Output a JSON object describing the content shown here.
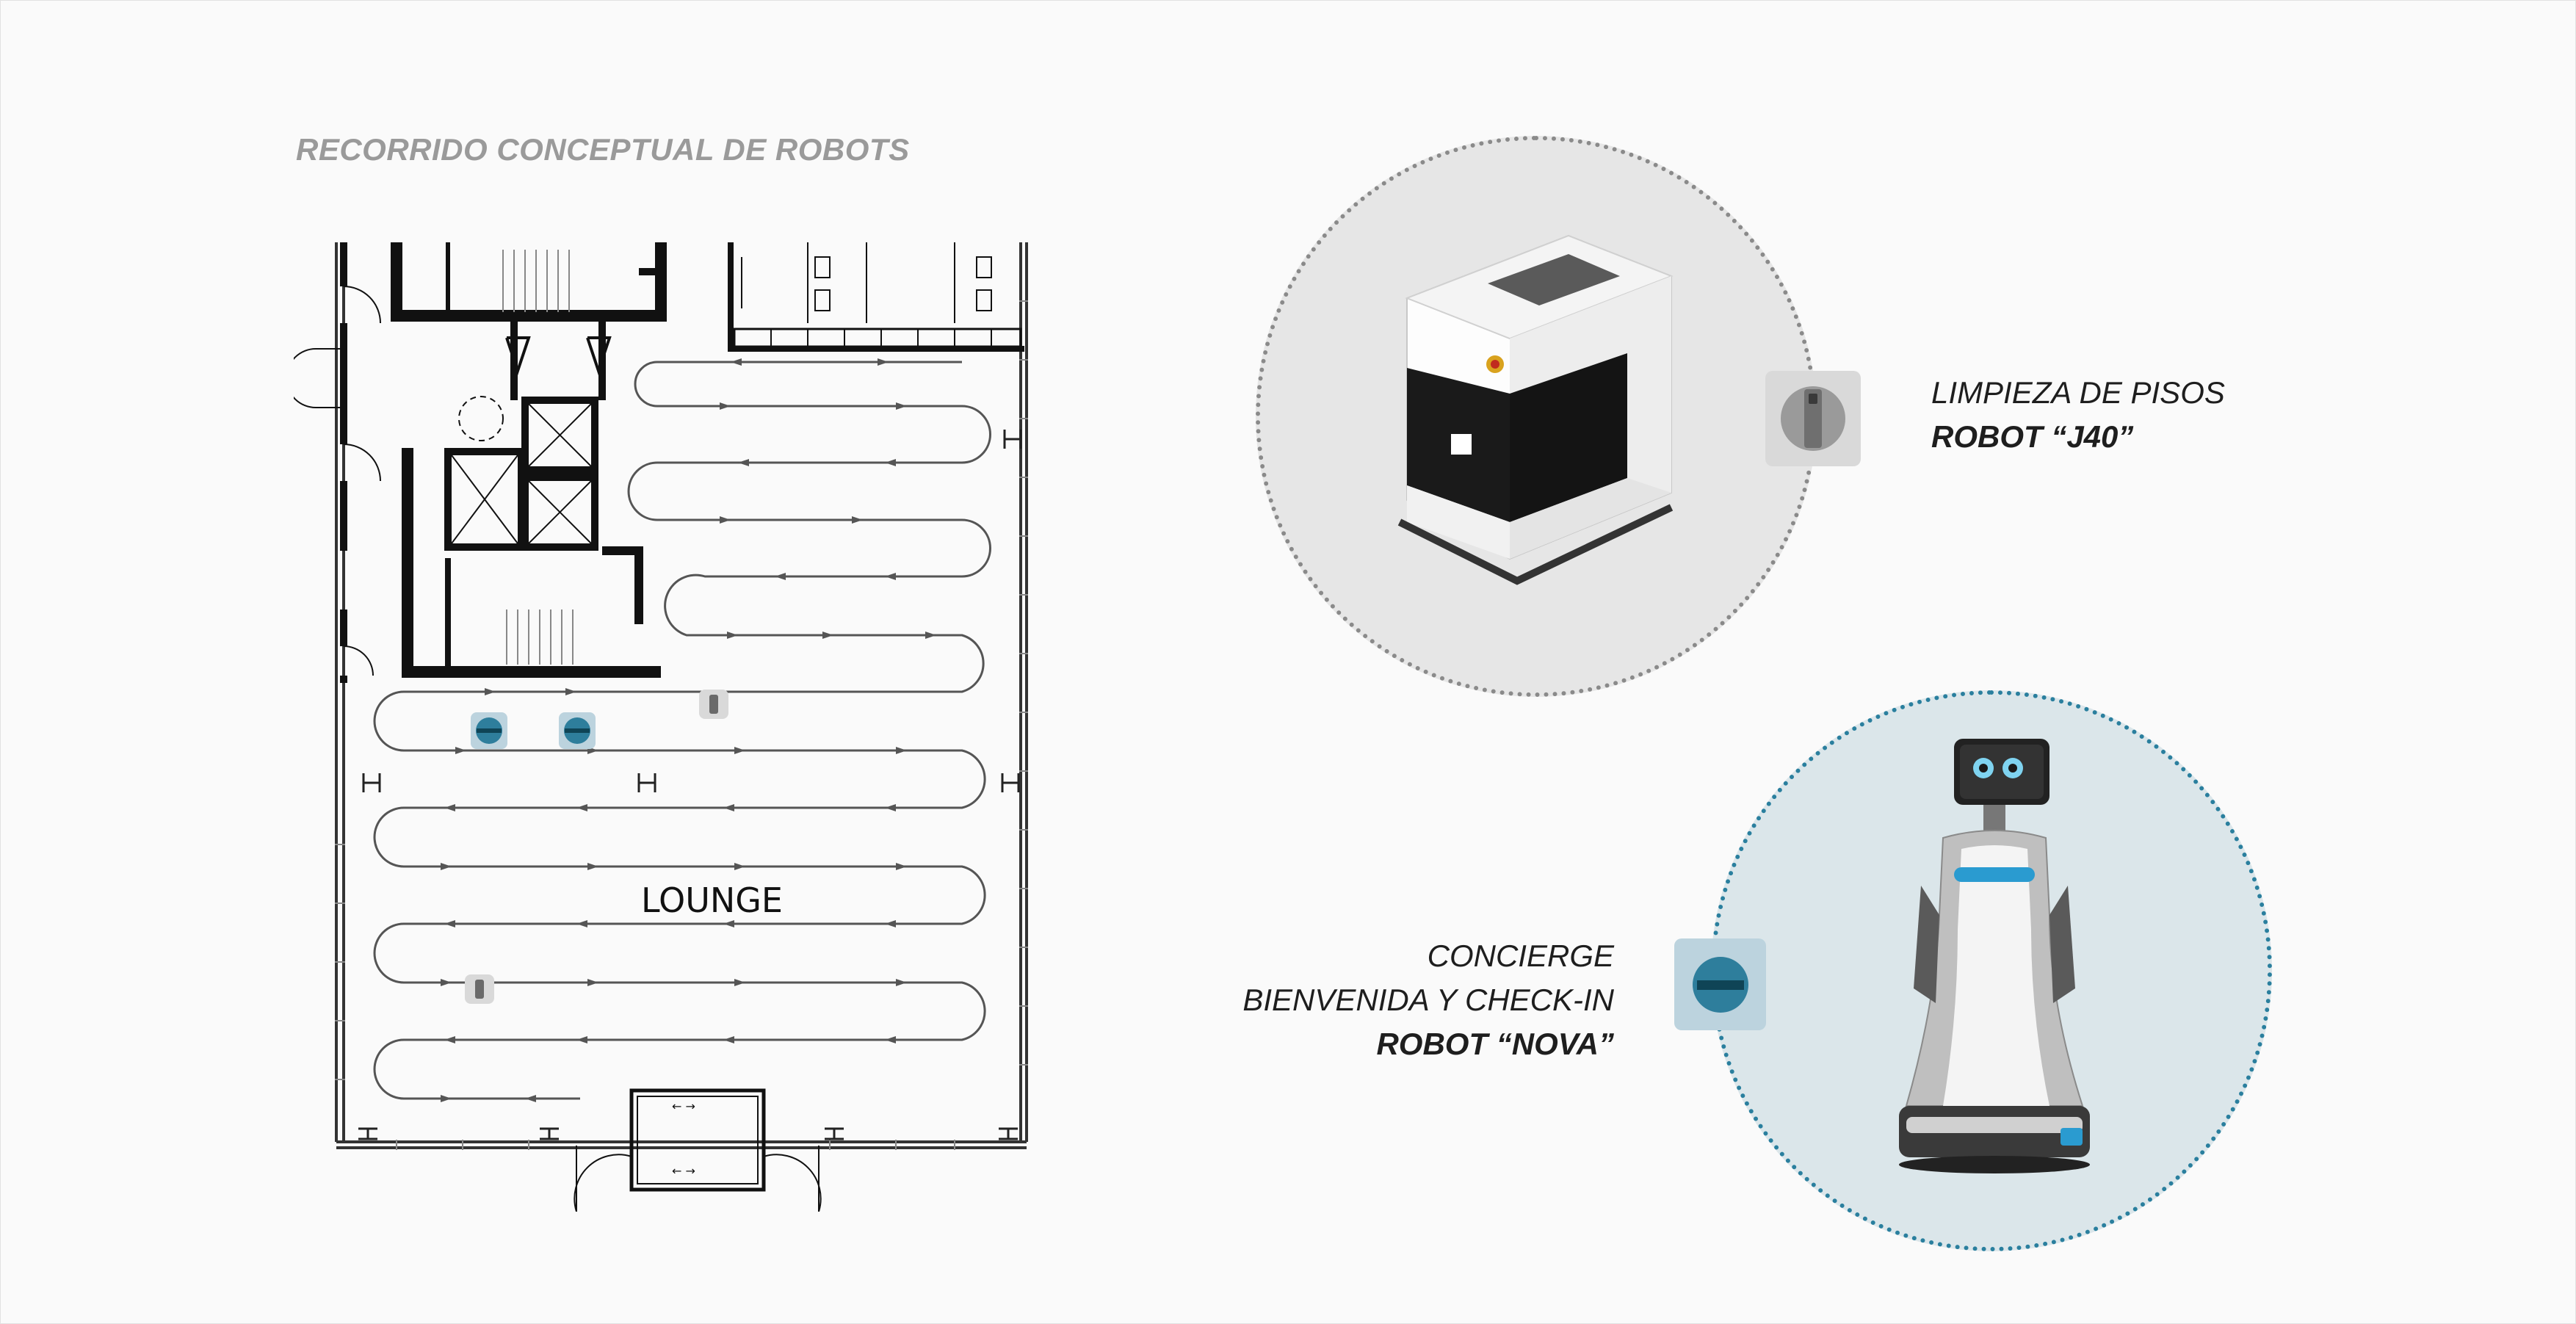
{
  "title": "RECORRIDO CONCEPTUAL DE ROBOTS",
  "floorplan": {
    "room_label": "LOUNGE"
  },
  "robots": [
    {
      "icon": "cleaning-robot-icon",
      "lines": [
        "LIMPIEZA DE PISOS"
      ],
      "name": "ROBOT “J40”",
      "circle_fill": "#e6e6e6",
      "circle_border": "#8a8a8a"
    },
    {
      "icon": "concierge-robot-icon",
      "lines": [
        "CONCIERGE",
        "BIENVENIDA Y CHECK-IN"
      ],
      "name": "ROBOT “NOVA”",
      "circle_fill": "#dbe6ea",
      "circle_border": "#2a7f9e"
    }
  ],
  "colors": {
    "walls": "#111111",
    "path": "#555555",
    "accent_blue": "#2e7e9c"
  }
}
